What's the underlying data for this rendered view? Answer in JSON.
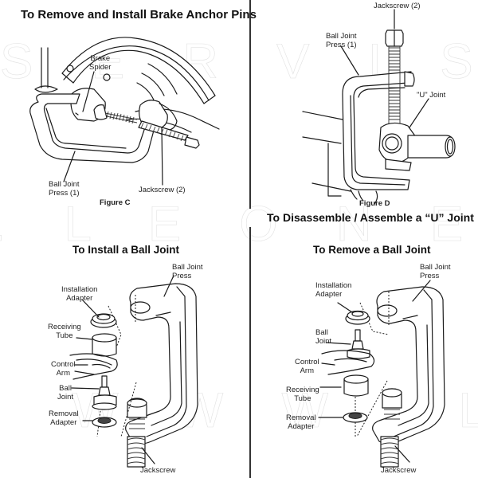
{
  "panels": {
    "top_left": {
      "title": "To Remove and Install Brake Anchor Pins",
      "labels": {
        "brake_spider": [
          "Brake",
          "Spider"
        ],
        "ball_joint_press": [
          "Ball Joint",
          "Press (1)"
        ],
        "jackscrew": "Jackscrew (2)"
      },
      "figure": "Figure C"
    },
    "top_right": {
      "title": "To Disassemble / Assemble a “U” Joint",
      "labels": {
        "jackscrew": "Jackscrew (2)",
        "ball_joint_press": [
          "Ball Joint",
          "Press (1)"
        ],
        "u_joint": "\"U\" Joint"
      },
      "figure": "Figure D"
    },
    "bottom_left": {
      "title": "To Install a Ball Joint",
      "labels": {
        "ball_joint_press": [
          "Ball Joint",
          "Press"
        ],
        "installation_adapter": [
          "Installation",
          "Adapter"
        ],
        "receiving_tube": [
          "Receiving",
          "Tube"
        ],
        "control_arm": [
          "Control",
          "Arm"
        ],
        "ball_joint": [
          "Ball",
          "Joint"
        ],
        "removal_adapter": [
          "Removal",
          "Adapter"
        ],
        "jackscrew": "Jackscrew"
      }
    },
    "bottom_right": {
      "title": "To Remove a Ball Joint",
      "labels": {
        "ball_joint_press": [
          "Ball Joint",
          "Press"
        ],
        "installation_adapter": [
          "Installation",
          "Adapter"
        ],
        "ball_joint": [
          "Ball",
          "Joint"
        ],
        "control_arm": [
          "Control",
          "Arm"
        ],
        "receiving_tube": [
          "Receiving",
          "Tube"
        ],
        "removal_adapter": [
          "Removal",
          "Adapter"
        ],
        "jackscrew": "Jackscrew"
      }
    }
  },
  "watermark": {
    "row1": "S E R V I S . E S",
    "row2": ". L E O N E T S E R V I S",
    "row3": "W W W . L E O N E T"
  }
}
